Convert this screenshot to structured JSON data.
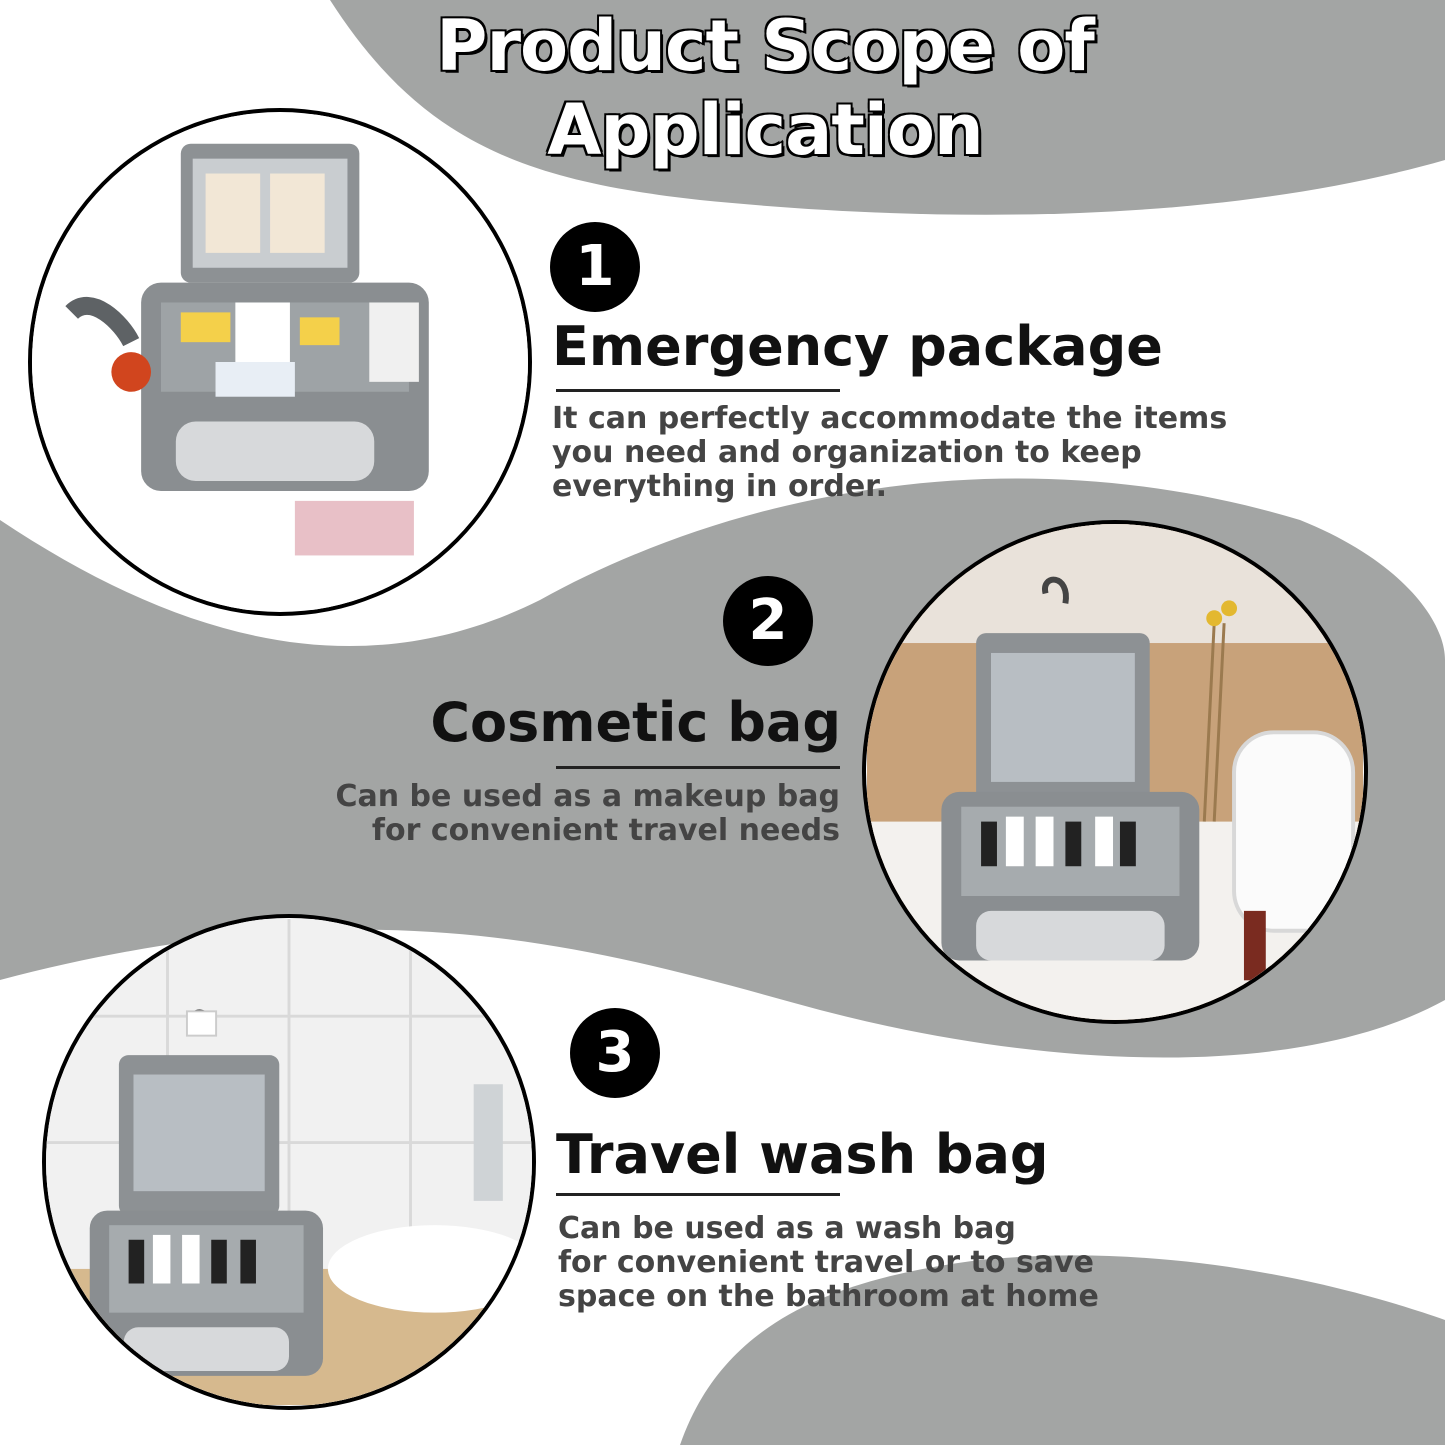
{
  "title": {
    "line1": "Product Scope of",
    "line2": "Application"
  },
  "sections": [
    {
      "number": "1",
      "heading": "Emergency package",
      "desc": [
        "It can perfectly accommodate the items",
        "you need and organization to keep",
        "everything in order."
      ]
    },
    {
      "number": "2",
      "heading": "Cosmetic bag",
      "desc": [
        "Can be used as a makeup bag",
        "for convenient travel needs"
      ]
    },
    {
      "number": "3",
      "heading": "Travel wash bag",
      "desc": [
        "Can be used as a wash bag",
        "for convenient travel or to save",
        "space on the bathroom at home"
      ]
    }
  ],
  "colors": {
    "band": "#a3a5a4",
    "bag": "#8d9194",
    "text": "#111111"
  }
}
